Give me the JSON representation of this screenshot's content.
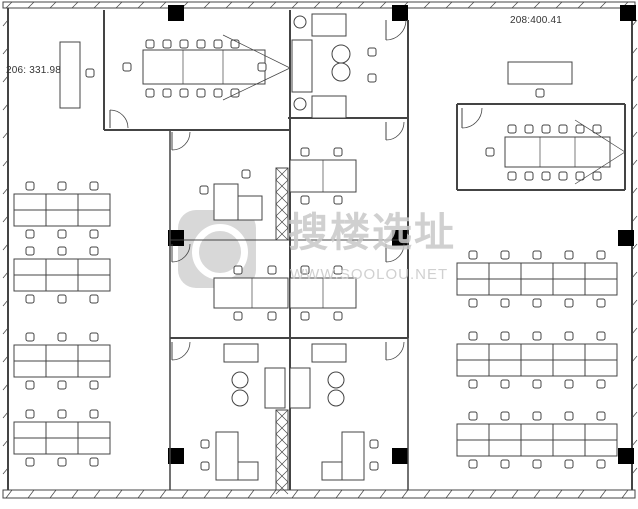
{
  "floor_plan": {
    "units": [
      {
        "label": "206: 331.98"
      },
      {
        "label": "208:400.41"
      }
    ],
    "watermark": {
      "chinese": "搜楼选址",
      "url": "WWW.SOOLOU.NET"
    },
    "colors": {
      "wall": "#333333",
      "column": "#000000",
      "watermark": "#c8c8c8"
    }
  }
}
